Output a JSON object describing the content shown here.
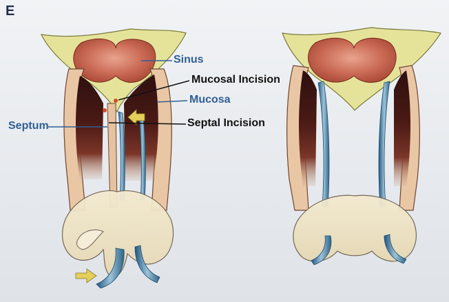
{
  "panel_letter": "E",
  "labels": {
    "sinus": "Sinus",
    "mucosal_incision": "Mucosal Incision",
    "mucosa": "Mucosa",
    "septum": "Septum",
    "septal_incision": "Septal Incision"
  },
  "colors": {
    "sinus_bone": "#e5e39a",
    "sphenoid_sinus": "#c86b57",
    "mucosa_dark": "#3a1712",
    "septum_blue": "#2f5f93",
    "arrow_yellow": "#e3cf5a",
    "label_blue": "#2f5f93",
    "label_black": "#111111"
  }
}
